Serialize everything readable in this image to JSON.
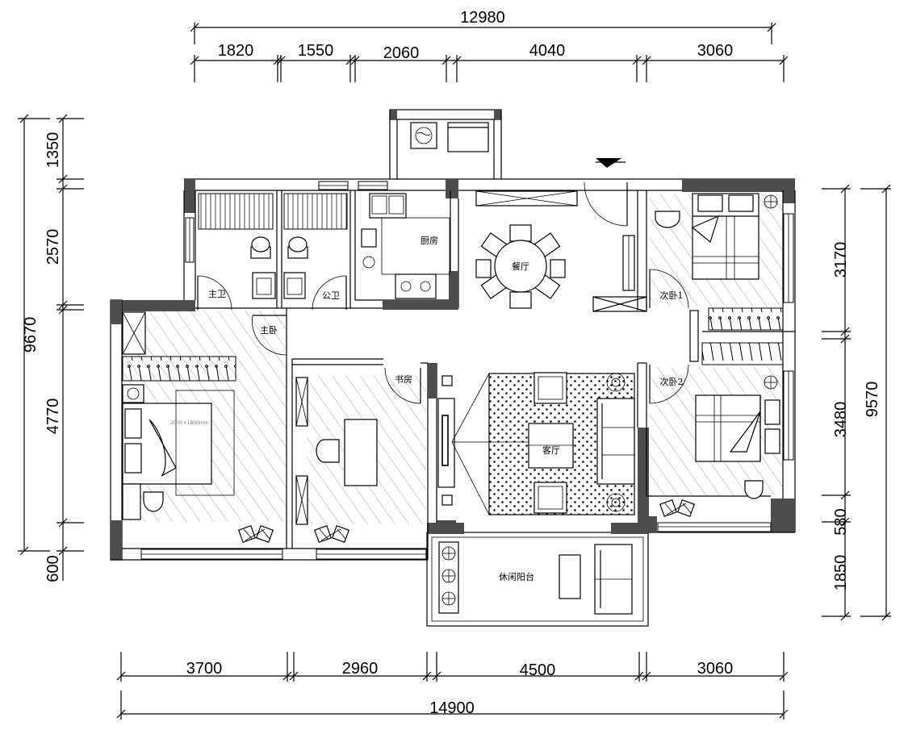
{
  "dimensions": {
    "top_total": "12980",
    "top_segments": [
      "1820",
      "1550",
      "2060",
      "4040",
      "3060"
    ],
    "bottom_total": "14900",
    "bottom_segments": [
      "3700",
      "2960",
      "4500",
      "3060"
    ],
    "left_total": "9670",
    "left_segments": [
      "1350",
      "2570",
      "4770",
      "600"
    ],
    "right_total": "9570",
    "right_segments": [
      "3170",
      "3480",
      "580",
      "1850"
    ]
  },
  "rooms": {
    "master_bath": "主卫",
    "public_bath": "公卫",
    "kitchen": "厨房",
    "dining": "餐厅",
    "second_bed_1": "次卧1",
    "master_bed": "主卧",
    "study": "书房",
    "living": "客厅",
    "second_bed_2": "次卧2",
    "balcony": "休闲阳台"
  },
  "annotations": {
    "bed_size": "2000×1800mm"
  }
}
